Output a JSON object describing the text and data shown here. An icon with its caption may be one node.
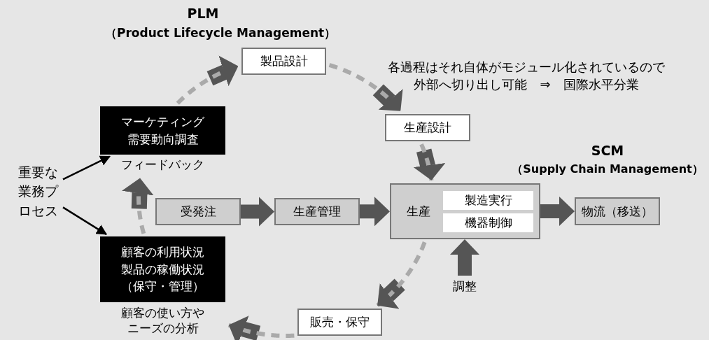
{
  "diagram": {
    "nodes": [
      {
        "text": [
          "製品設計"
        ]
      },
      {
        "text": [
          "生産設計"
        ]
      },
      {
        "text": [
          "マーケティング需要動向調査"
        ],
        "beside": [
          "フィードバック"
        ]
      },
      {
        "text": [
          "受発注"
        ]
      },
      {
        "text": [
          "生産管理"
        ]
      },
      {
        "text": [
          "生産"
        ]
      },
      {
        "text": [
          "製造実行"
        ],
        "in": 5
      },
      {
        "text": [
          "機器制御"
        ],
        "in": 5
      },
      {
        "text": [
          "物流（移送）"
        ]
      },
      {
        "text": [
          "顧客の利用状況製品の稼働状況（保守・管理）"
        ],
        "beside": [
          "顧客の使い方やニーズの分析"
        ]
      },
      {
        "text": [
          "販売・保守"
        ]
      },
      {
        "text": [
          "重要な業務プロセス"
        ]
      },
      {
        "text": [
          "調整"
        ]
      }
    ],
    "edges": [
      {
        "from": 2,
        "to": 0,
        "arrow": "to",
        "style": "dashed"
      },
      {
        "from": 0,
        "to": 1,
        "arrow": "to",
        "style": "dashed"
      },
      {
        "from": 1,
        "to": 5,
        "arrow": "to",
        "style": "dashed"
      },
      {
        "from": 5,
        "to": 10,
        "arrow": "to",
        "style": "dashed"
      },
      {
        "from": 10,
        "to": 9,
        "arrow": "to",
        "style": "dashed"
      },
      {
        "from": 9,
        "to": 2,
        "arrow": "to",
        "style": "dashed"
      },
      {
        "from": 3,
        "to": 4,
        "arrow": "to",
        "style": "thick",
        "color": "#555555"
      },
      {
        "from": 4,
        "to": 5,
        "arrow": "to",
        "style": "thick",
        "color": "#555555"
      },
      {
        "from": 5,
        "to": 8,
        "arrow": "to",
        "style": "thick",
        "color": "#555555"
      },
      {
        "from": 12,
        "to": 5,
        "arrow": "to",
        "style": "thick",
        "color": "#555555"
      },
      {
        "from": 11,
        "to": 2,
        "arrow": "to",
        "color": "#000000"
      },
      {
        "from": 11,
        "to": 9,
        "arrow": "to",
        "color": "#000000"
      }
    ],
    "labels": [
      "PLM",
      "（Product Lifecycle Management）",
      "各過程はそれ自体がモジュール化されているので",
      "外部へ切り出し可能　⇒　国際水平分業",
      "SCM",
      "（Supply Chain Management）"
    ]
  }
}
